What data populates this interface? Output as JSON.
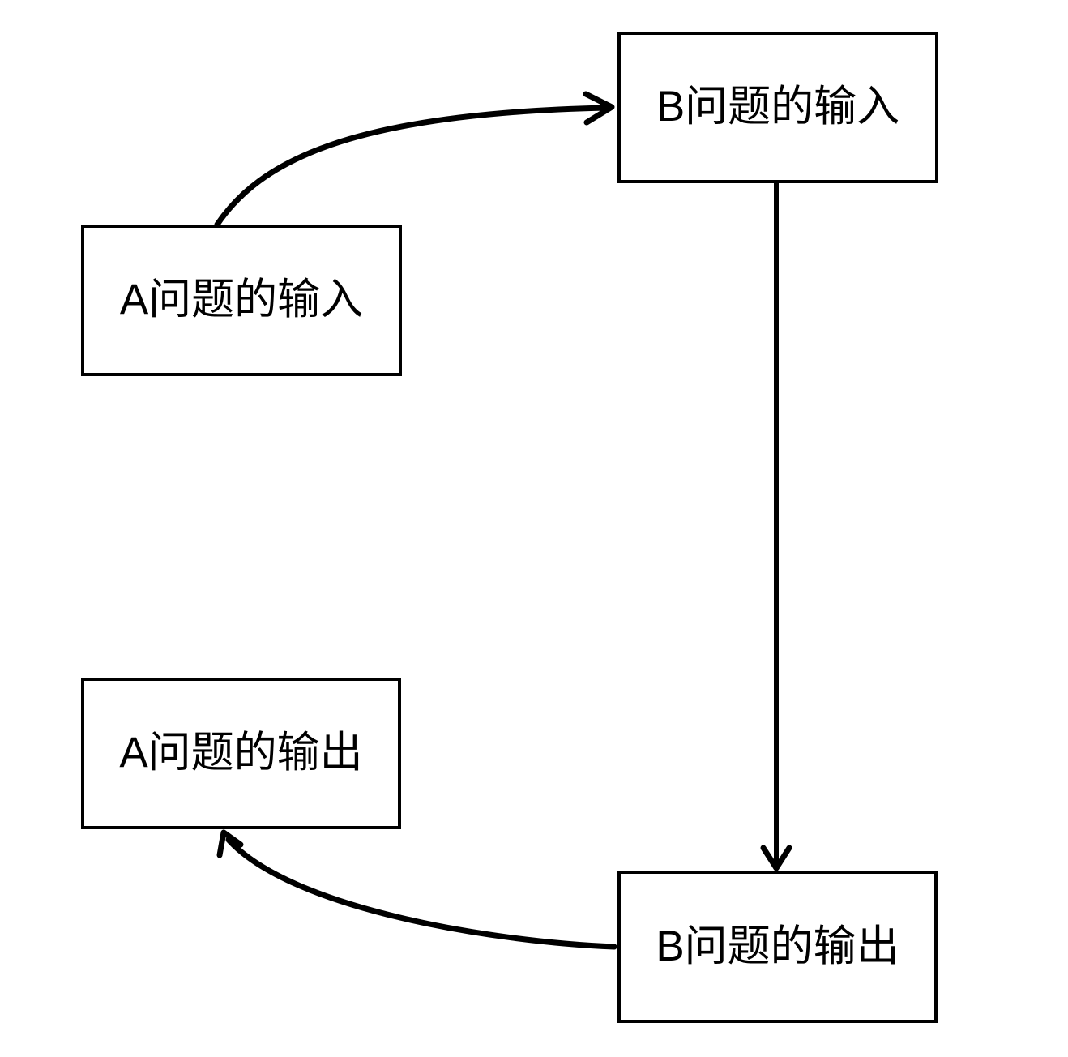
{
  "diagram": {
    "type": "flowchart",
    "nodes": [
      {
        "id": "b-input",
        "label": "B问题的输入"
      },
      {
        "id": "a-input",
        "label": "A问题的输入"
      },
      {
        "id": "a-output",
        "label": "A问题的输出"
      },
      {
        "id": "b-output",
        "label": "B问题的输出"
      }
    ],
    "edges": [
      {
        "from": "a-input",
        "to": "b-input",
        "style": "curved",
        "description": "curves up-right from top of A-input to left side of B-input"
      },
      {
        "from": "b-input",
        "to": "b-output",
        "style": "straight",
        "description": "vertical line down from B-input to top of B-output"
      },
      {
        "from": "b-output",
        "to": "a-output",
        "style": "curved",
        "description": "curves up-left from left side of B-output to bottom of A-output"
      }
    ],
    "colors": {
      "stroke": "#000000",
      "node_fill": "#ffffff",
      "text": "#000000",
      "background": "#ffffff"
    }
  }
}
